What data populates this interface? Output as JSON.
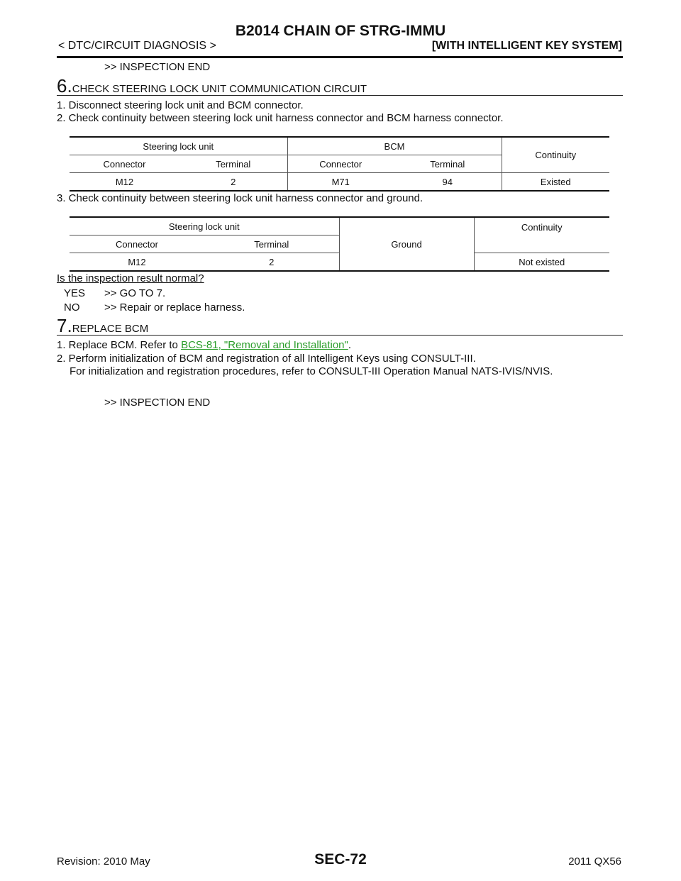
{
  "header": {
    "title": "B2014 CHAIN OF STRG-IMMU",
    "section": "< DTC/CIRCUIT DIAGNOSIS >",
    "system_tag": "[WITH INTELLIGENT KEY SYSTEM]"
  },
  "top_result": ">> INSPECTION END",
  "step6": {
    "number": "6.",
    "title": "CHECK STEERING LOCK UNIT COMMUNICATION CIRCUIT",
    "items": [
      "1. Disconnect steering lock unit and BCM connector.",
      "2. Check continuity between steering lock unit harness connector and BCM harness connector.",
      "3. Check continuity between steering lock unit harness connector and ground."
    ],
    "table1": {
      "group1": "Steering lock unit",
      "group2": "BCM",
      "continuity_header": "Continuity",
      "sub_headers": [
        "Connector",
        "Terminal",
        "Connector",
        "Terminal"
      ],
      "row": [
        "M12",
        "2",
        "M71",
        "94",
        "Existed"
      ]
    },
    "table2": {
      "group1": "Steering lock unit",
      "ground_header": "Ground",
      "continuity_header": "Continuity",
      "sub_headers": [
        "Connector",
        "Terminal"
      ],
      "row": [
        "M12",
        "2",
        "Not existed"
      ]
    },
    "question": "Is the inspection result normal?",
    "yes_label": "YES",
    "yes_action": ">> GO TO 7.",
    "no_label": "NO",
    "no_action": ">> Repair or replace harness."
  },
  "step7": {
    "number": "7.",
    "title": "REPLACE BCM",
    "item1_prefix": "1. Replace BCM. Refer to ",
    "item1_link": "BCS-81, \"Removal and Installation\"",
    "item1_suffix": ".",
    "item2": "2. Perform initialization of BCM and registration of all Intelligent Keys using CONSULT-III.",
    "item2_note": "For initialization and registration procedures, refer to CONSULT-III Operation Manual NATS-IVIS/NVIS.",
    "result": ">> INSPECTION END"
  },
  "footer": {
    "revision": "Revision: 2010 May",
    "page": "SEC-72",
    "model": "2011 QX56"
  }
}
